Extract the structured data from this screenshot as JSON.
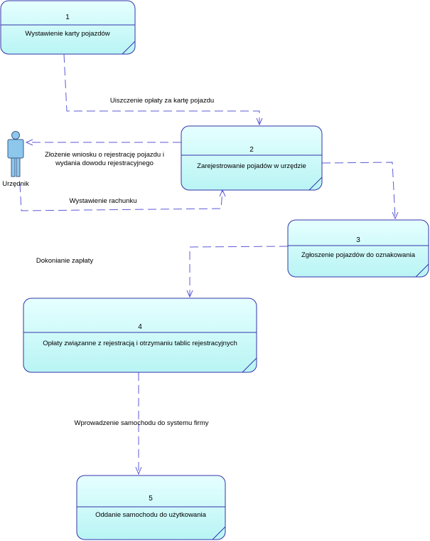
{
  "processes": [
    {
      "number": "1",
      "name": "Wystawienie karty pojazdów"
    },
    {
      "number": "2",
      "name": "Zarejestrowanie pojadów w urzędzie"
    },
    {
      "number": "3",
      "name": "Zgłoszenie pojazdów do oznakowania"
    },
    {
      "number": "4",
      "name": "Opłaty związanne z rejestracją i otrzymaniu tablic rejestracyjnych"
    },
    {
      "number": "5",
      "name": "Oddanie samochodu do użytkowania"
    }
  ],
  "actor": {
    "name": "Urzędnik",
    "icon": "actor-icon"
  },
  "flows": [
    {
      "label": "Uiszczenie opłaty za kartę pojazdu"
    },
    {
      "label_line1": "Złożenie wniosku o rejestrację pojazdu i",
      "label_line2": "wydania dowodu rejestracyjnego"
    },
    {
      "label": "Wystawienie rachunku"
    },
    {
      "label": "Dokonianie zapłaty"
    },
    {
      "label": "Wprowadzenie samochodu do systemu firmy"
    }
  ],
  "colors": {
    "box_fill_top": "#e6ffff",
    "box_fill_bottom": "#b9f4f4",
    "box_stroke": "#3333aa",
    "flow_line": "#5b5bd6",
    "actor_fill": "#8ec7ec"
  }
}
